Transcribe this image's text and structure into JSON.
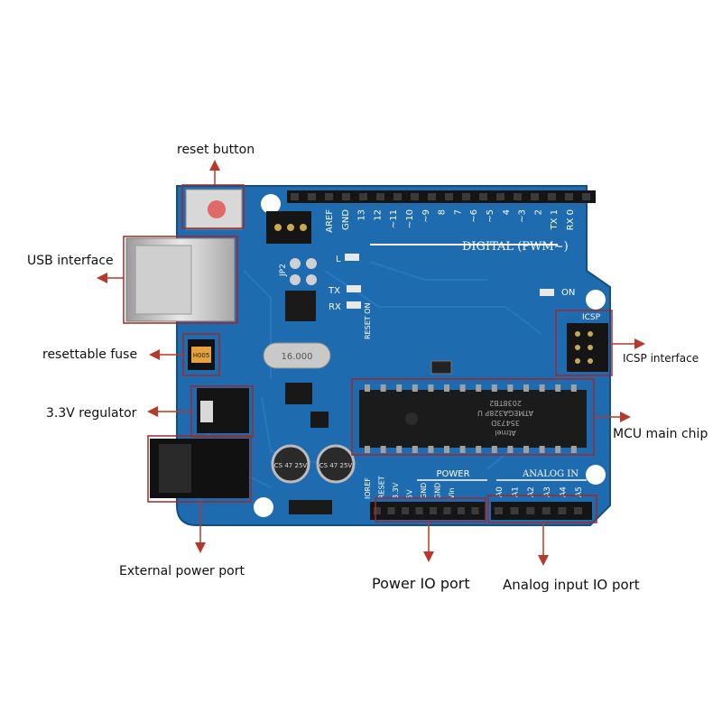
{
  "callouts": {
    "reset_button": "reset button",
    "usb_interface": "USB interface",
    "resettable_fuse": "resettable fuse",
    "regulator_3v3": "3.3V regulator",
    "external_power_port": "External power port",
    "power_io_port": "Power IO port",
    "analog_input_io_port": "Analog input IO port",
    "icsp_interface": "ICSP interface",
    "mcu_main_chip": "MCU main chip"
  },
  "silkscreen": {
    "digital_label": "DIGITAL (PWM~)",
    "digital_pins": [
      "AREF",
      "GND",
      "13",
      "12",
      "~11",
      "~10",
      "~9",
      "8",
      "7",
      "~6",
      "~5",
      "4",
      "~3",
      "2",
      "TX 1",
      "RX 0"
    ],
    "power_label": "POWER",
    "power_pins": [
      "IOREF",
      "RESET",
      "3.3V",
      "5V",
      "GND",
      "GND",
      "Vin"
    ],
    "analog_label": "ANALOG IN",
    "analog_pins": [
      "A0",
      "A1",
      "A2",
      "A3",
      "A4",
      "A5"
    ],
    "icsp_label": "ICSP",
    "led_l": "L",
    "led_tx": "TX",
    "led_rx": "RX",
    "led_on": "ON",
    "jumper_jp2": "JP2",
    "reset_label": "RESET ON",
    "crystal_label": "16.000",
    "cap_label": "CS 47 25V",
    "fuse_label": "H005",
    "chip_lines": [
      "2038TB2",
      "ATMEGA328P U",
      "35473D",
      "Atmel"
    ]
  },
  "colors": {
    "board": "#1e6bb0",
    "callout_box": "#9b2b2b",
    "arrow": "#b53a2a"
  }
}
